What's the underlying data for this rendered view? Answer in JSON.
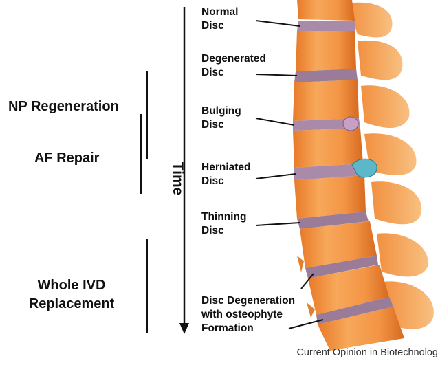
{
  "treatments": {
    "np": "NP Regeneration",
    "af": "AF Repair",
    "ivd_line1": "Whole IVD",
    "ivd_line2": "Replacement"
  },
  "axis": {
    "time": "Time"
  },
  "stages": [
    {
      "line1": "Normal",
      "line2": "Disc"
    },
    {
      "line1": "Degenerated",
      "line2": "Disc"
    },
    {
      "line1": "Bulging",
      "line2": "Disc"
    },
    {
      "line1": "Herniated",
      "line2": "Disc"
    },
    {
      "line1": "Thinning",
      "line2": "Disc"
    },
    {
      "line1": "Disc Degeneration",
      "line2": "with osteophyte",
      "line3": "Formation"
    }
  ],
  "credit": "Current Opinion in Biotechnolog",
  "colors": {
    "bone": "#f0903a",
    "bone_light": "#f8b878",
    "disc": "#a98aa8",
    "herniation": "#5cb8c8",
    "bulge": "#c8a0c4"
  }
}
